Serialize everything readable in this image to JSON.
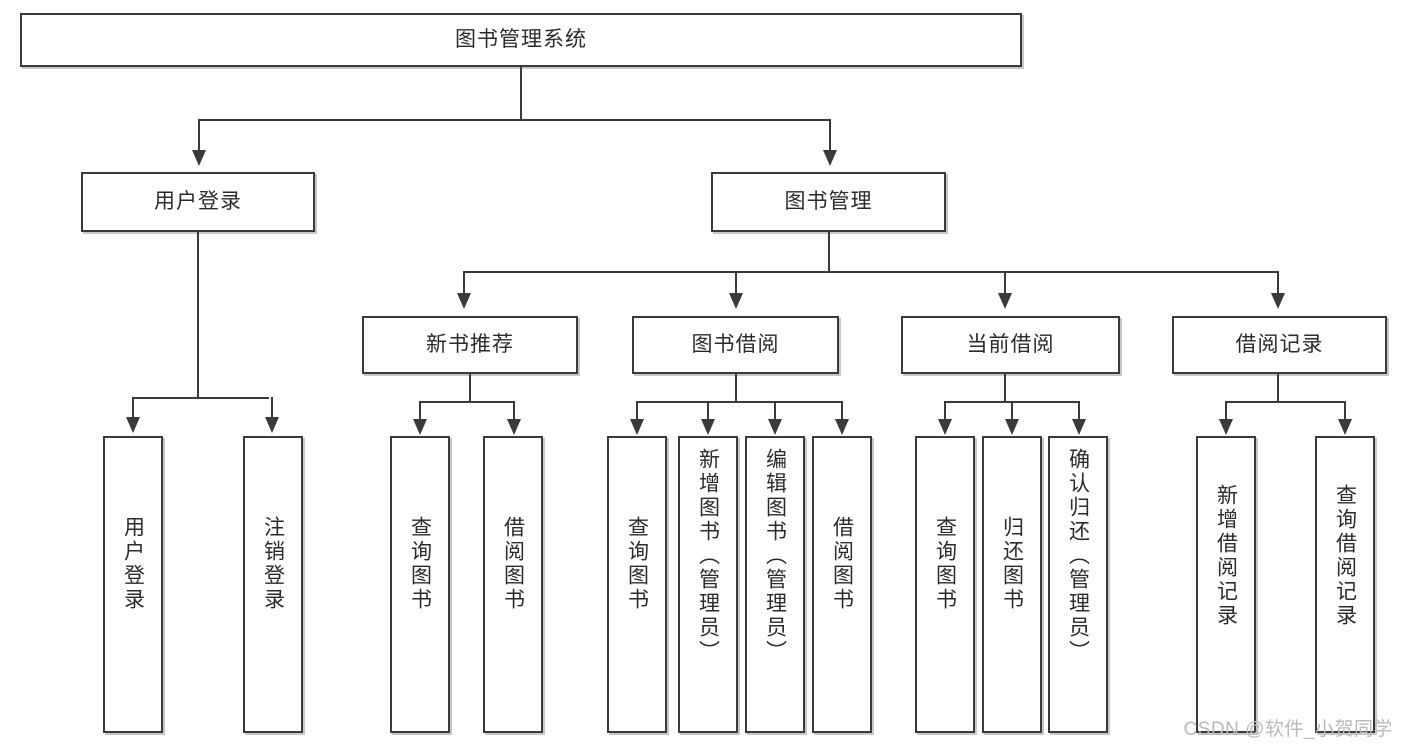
{
  "diagram": {
    "title": "图书管理系统",
    "type": "tree-hierarchy-diagram",
    "root": {
      "label": "图书管理系统"
    },
    "level1": [
      {
        "label": "用户登录"
      },
      {
        "label": "图书管理"
      }
    ],
    "level2": [
      {
        "label": "新书推荐"
      },
      {
        "label": "图书借阅"
      },
      {
        "label": "当前借阅"
      },
      {
        "label": "借阅记录"
      }
    ],
    "leaves": {
      "user_login": [
        {
          "label": "用户登录"
        },
        {
          "label": "注销登录"
        }
      ],
      "new_book_recommend": [
        {
          "label": "查询图书"
        },
        {
          "label": "借阅图书"
        }
      ],
      "book_borrow": [
        {
          "label": "查询图书"
        },
        {
          "label": "新增图书（管理员）"
        },
        {
          "label": "编辑图书（管理员）"
        },
        {
          "label": "借阅图书"
        }
      ],
      "current_borrow": [
        {
          "label": "查询图书"
        },
        {
          "label": "归还图书"
        },
        {
          "label": "确认归还（管理员）"
        }
      ],
      "borrow_record": [
        {
          "label": "新增借阅记录"
        },
        {
          "label": "查询借阅记录"
        }
      ]
    },
    "watermark": "CSDN @软件_小贺同学",
    "colors": {
      "stroke": "#3a3a3a",
      "text": "#2b2b2b",
      "background": "#ffffff",
      "watermark": "#b9b9b9"
    }
  }
}
